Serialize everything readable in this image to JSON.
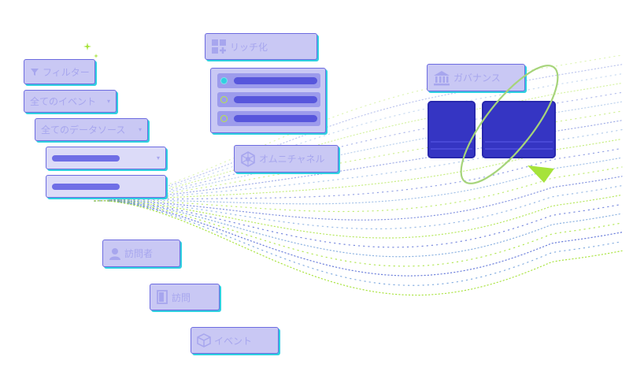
{
  "filters": {
    "filter_label": "フィルター",
    "all_events": "全てのイベント",
    "all_data_sources": "全てのデータソース"
  },
  "enrich": {
    "label": "リッチ化"
  },
  "omnichannel": {
    "label": "オムニチャネル"
  },
  "governance": {
    "label": "ガバナンス"
  },
  "entities": {
    "visitor": "訪問者",
    "visit": "訪問",
    "event": "イベント"
  },
  "colors": {
    "card_fill": "#c9c8f4",
    "card_border": "#6c6be0",
    "accent_cyan": "#2fd0e0",
    "accent_lime": "#a6e33a",
    "tile_blue": "#3535c3"
  }
}
